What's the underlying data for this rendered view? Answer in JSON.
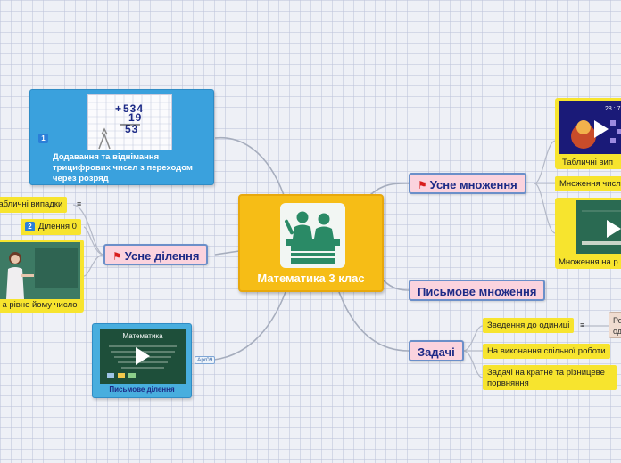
{
  "central": {
    "title": "Математика 3 клас",
    "icon": "classroom-icon"
  },
  "card_addition": {
    "priority": "1",
    "label": "Додавання та віднімання трицифрових чисел з переходом через розряд",
    "image": {
      "line1": "534",
      "line2": "19",
      "line3": "53",
      "plus": "+"
    }
  },
  "usne_dilennia": {
    "label": "Усне ділення",
    "children": [
      {
        "label": "Табличні випадки"
      },
      {
        "priority": "2",
        "label": "Ділення 0"
      },
      {
        "label": "а рівне йому число"
      }
    ]
  },
  "video_card": {
    "title": "Математика",
    "label": "Письмове ділення",
    "date_tag": "Apr09"
  },
  "usne_mnozhennia": {
    "label": "Усне множення",
    "children": [
      {
        "label": "Табличні вип"
      },
      {
        "label": "Множення числ"
      },
      {
        "label": "Множення на р"
      }
    ],
    "video_caption": "28 : 7"
  },
  "pysmove_mnozhennia": {
    "label": "Письмове множення"
  },
  "zadachi": {
    "label": "Задачі",
    "children": [
      {
        "label": "Зведення до одиниці",
        "note": "Ро од"
      },
      {
        "label": "На виконання спільної роботи"
      },
      {
        "label": "Задачі на кратне та різницеве порвняння"
      }
    ]
  },
  "colors": {
    "central": "#f6bd16",
    "branch_fill": "#fbd3de",
    "branch_border": "#6b8fc9",
    "branch_text": "#1c2a86",
    "subnode": "#f7e42e",
    "card_blue": "#3aa1dd"
  }
}
